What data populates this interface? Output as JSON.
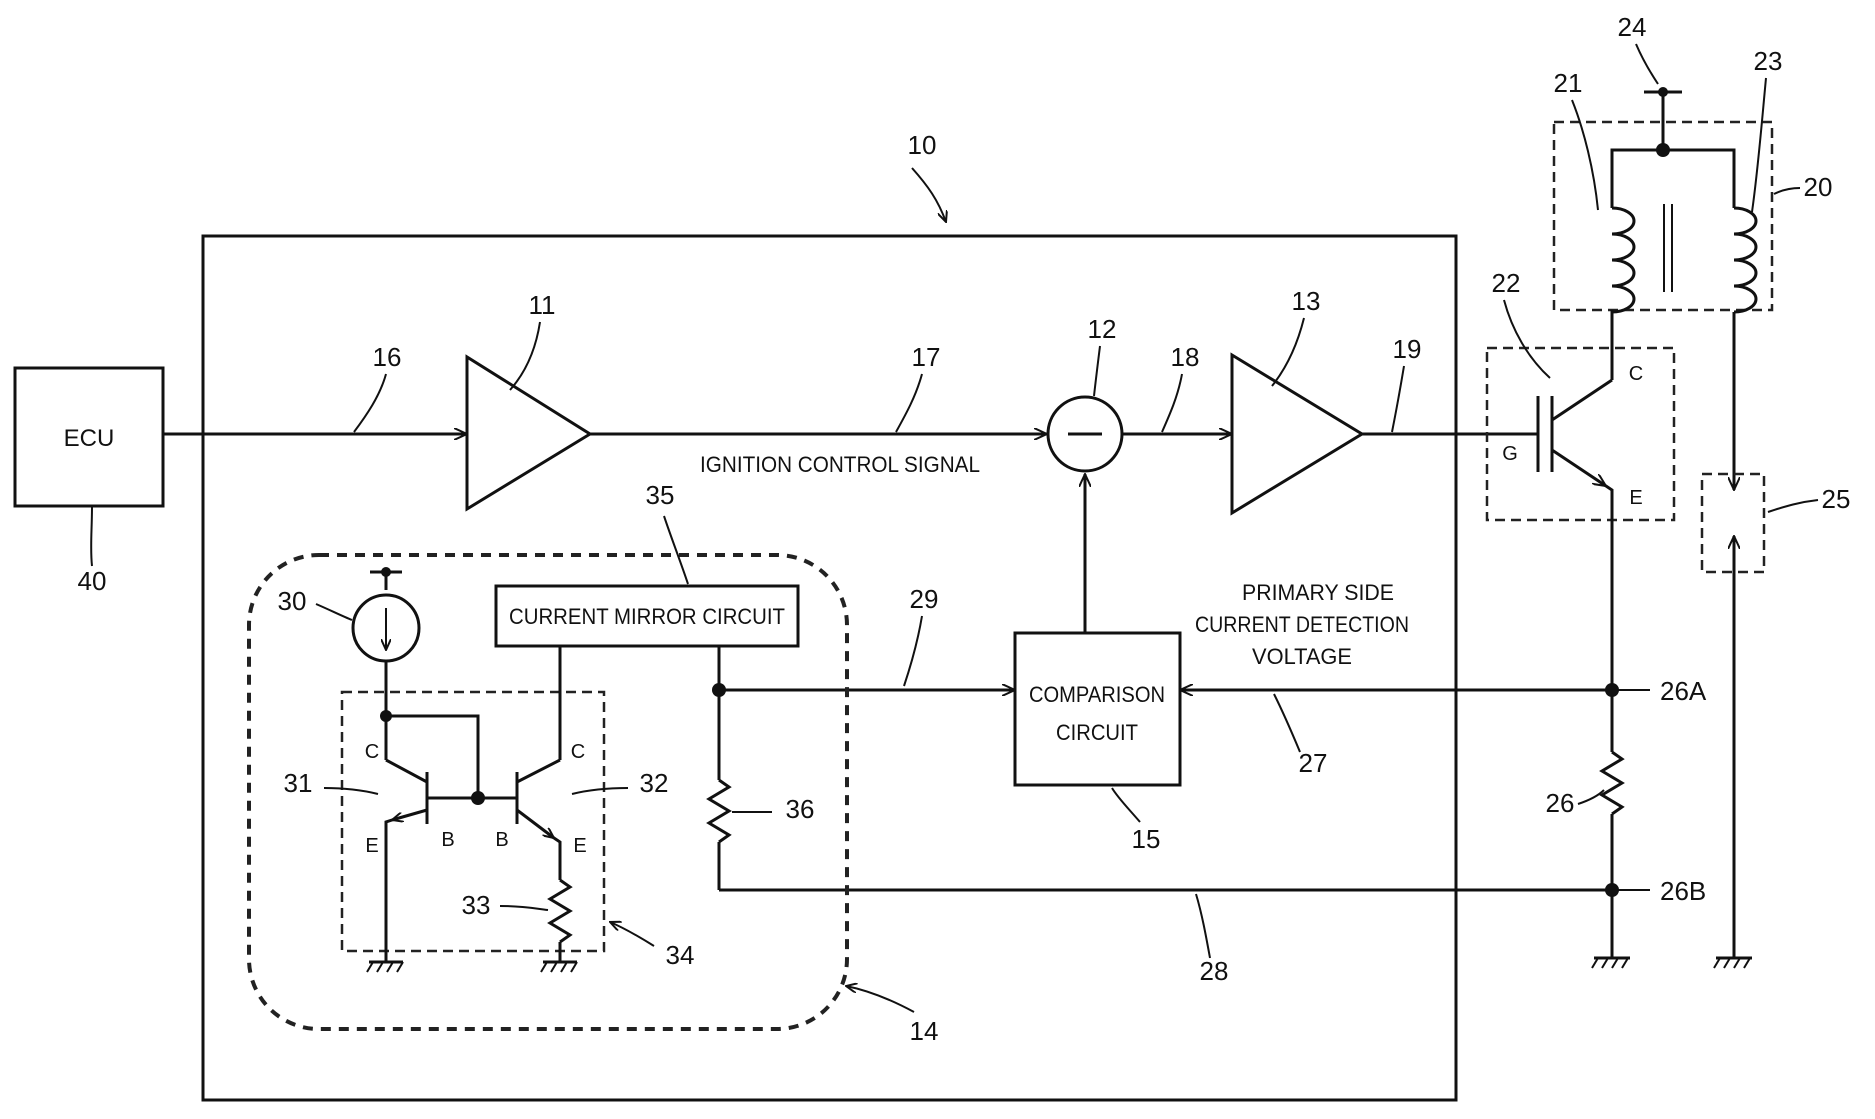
{
  "labels": {
    "ecu": "ECU",
    "ecu_ref": "40",
    "device_ref": "10",
    "amp_in_ref": "11",
    "subtractor_ref": "12",
    "subtractor_symbol": "—",
    "amp_out_ref": "13",
    "block_ref": "14",
    "comparison_ref": "15",
    "line_16": "16",
    "line_17": "17",
    "line_18": "18",
    "line_19": "19",
    "coil_ref": "20",
    "primary_ref": "21",
    "igbt_ref": "22",
    "secondary_ref": "23",
    "supply_ref": "24",
    "plug_ref": "25",
    "resistor_ref": "26",
    "node_26a": "26A",
    "node_26b": "26B",
    "line_27": "27",
    "line_28": "28",
    "line_29": "29",
    "source_ref": "30",
    "tr1_ref": "31",
    "tr2_ref": "32",
    "res33_ref": "33",
    "box34_ref": "34",
    "mirror_ref": "35",
    "res36_ref": "36",
    "ignition_signal": "IGNITION CONTROL SIGNAL",
    "current_mirror": "CURRENT MIRROR CIRCUIT",
    "comparison_line1": "COMPARISON",
    "comparison_line2": "CIRCUIT",
    "detect_line1": "PRIMARY SIDE",
    "detect_line2": "CURRENT DETECTION",
    "detect_line3": "VOLTAGE",
    "pin_c": "C",
    "pin_b": "B",
    "pin_e": "E",
    "pin_g": "G"
  }
}
